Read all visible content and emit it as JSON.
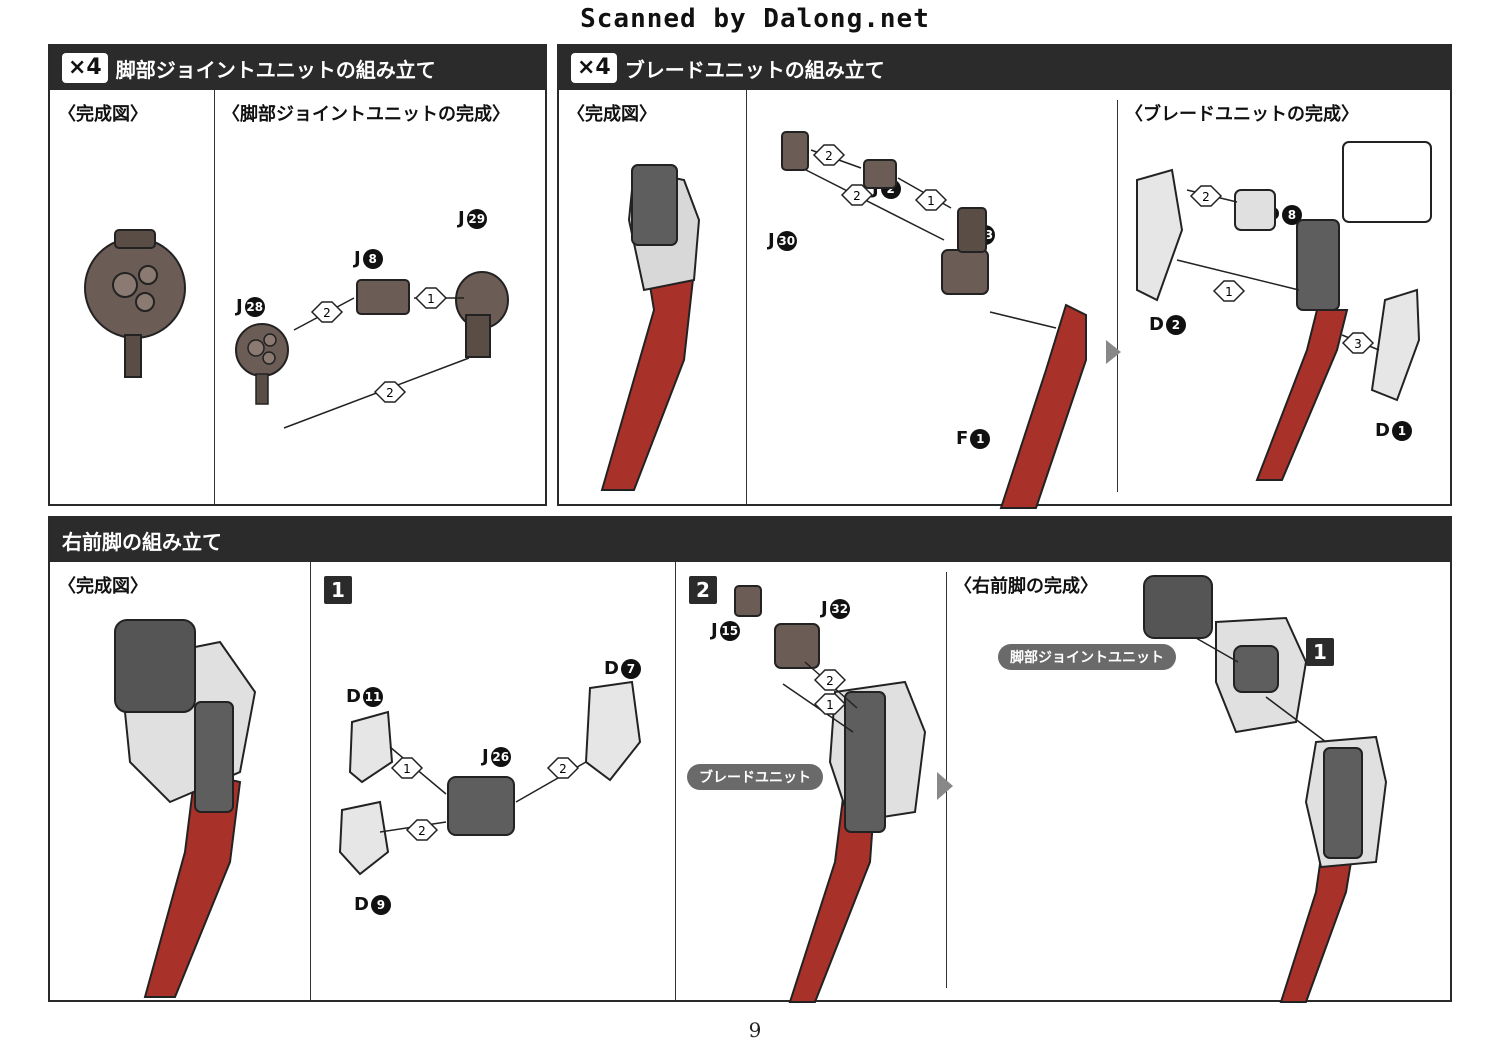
{
  "watermark": "Scanned by Dalong.net",
  "sections": {
    "leg_joint": {
      "multiplier": "×4",
      "title": "脚部ジョイントユニットの組み立て",
      "panel_complete": "〈完成図〉",
      "panel_assembly": "〈脚部ジョイントユニットの完成〉",
      "parts": [
        {
          "letter": "J",
          "num": "29"
        },
        {
          "letter": "J",
          "num": "8"
        },
        {
          "letter": "J",
          "num": "28"
        }
      ]
    },
    "blade": {
      "multiplier": "×4",
      "title": "ブレードユニットの組み立て",
      "panel_complete": "〈完成図〉",
      "panel_result": "〈ブレードユニットの完成〉",
      "parts": [
        {
          "letter": "J",
          "num": "2"
        },
        {
          "letter": "J",
          "num": "30"
        },
        {
          "letter": "J",
          "num": "33"
        },
        {
          "letter": "F",
          "num": "1"
        },
        {
          "letter": "D",
          "num": "8"
        },
        {
          "letter": "D",
          "num": "2"
        },
        {
          "letter": "D",
          "num": "1"
        }
      ]
    },
    "right_front_leg": {
      "title": "右前脚の組み立て",
      "panel_complete": "〈完成図〉",
      "step1": "1",
      "step2": "2",
      "panel_result": "〈右前脚の完成〉",
      "pill_blade": "ブレードユニット",
      "pill_joint": "脚部ジョイントユニット",
      "result_step": "1",
      "parts": [
        {
          "letter": "D",
          "num": "7"
        },
        {
          "letter": "D",
          "num": "11"
        },
        {
          "letter": "J",
          "num": "26"
        },
        {
          "letter": "D",
          "num": "9"
        },
        {
          "letter": "J",
          "num": "32"
        },
        {
          "letter": "J",
          "num": "15"
        }
      ]
    }
  },
  "steps": {
    "one": "1",
    "two": "2",
    "three": "3"
  },
  "page_number": "9"
}
